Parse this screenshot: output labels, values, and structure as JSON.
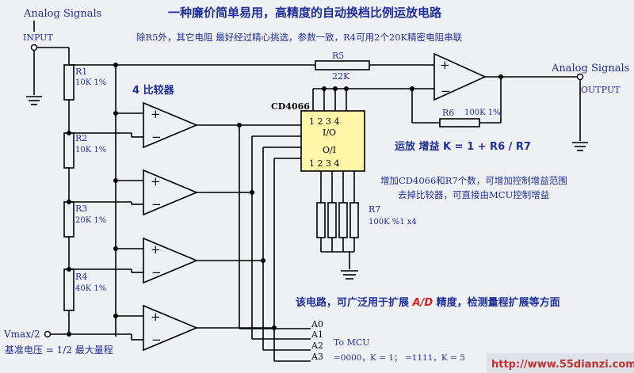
{
  "title": "一种廉价简单易用，高精度的自动换档比例运放电路",
  "note_resistors": "除R5外，其它电阻 最好经过精心挑选，参数一致，R4可用2个20K精密电阻串联",
  "input": {
    "signal_label": "Analog Signals",
    "port_label": "INPUT"
  },
  "output": {
    "signal_label": "Analog Signals",
    "port_label": "OUTPUT"
  },
  "comparators_label": "4 比较器",
  "chip": {
    "name": "CD4066",
    "top_pins": "1 2 3 4",
    "io": "I/O",
    "oi": "O/I",
    "bottom_pins": "1 2 3 4"
  },
  "resistors": [
    {
      "name": "R1",
      "value": "10K 1%"
    },
    {
      "name": "R2",
      "value": "10K 1%"
    },
    {
      "name": "R3",
      "value": "20K 1%"
    },
    {
      "name": "R4",
      "value": "40K 1%"
    }
  ],
  "r5": {
    "name": "R5",
    "value": "22K"
  },
  "r6": {
    "name": "R6",
    "value": "100K 1%"
  },
  "r7": {
    "name": "R7",
    "value": "100K %1 x4"
  },
  "gain_formula": "运放 增益   K = 1 + R6 / R7",
  "note_expand_1": "增加CD4066和R7个数，可增加控制增益范围",
  "note_expand_2": "去掉比较器，可直接由MCU控制增益",
  "applications": {
    "prefix": "该电路，可广泛用于扩展 ",
    "highlight": "A/D",
    "suffix": " 精度，检测量程扩展等方面"
  },
  "address_lines": [
    "A0",
    "A1",
    "A2",
    "A3"
  ],
  "mcu_label": "To MCU",
  "mcu_codes": "=0000，K = 1；      =1111，K = 5",
  "vref": {
    "label": "Vmax/2",
    "note": "基准电压 = 1/2 最大量程"
  },
  "watermark": "http://www.55dianzi.com"
}
